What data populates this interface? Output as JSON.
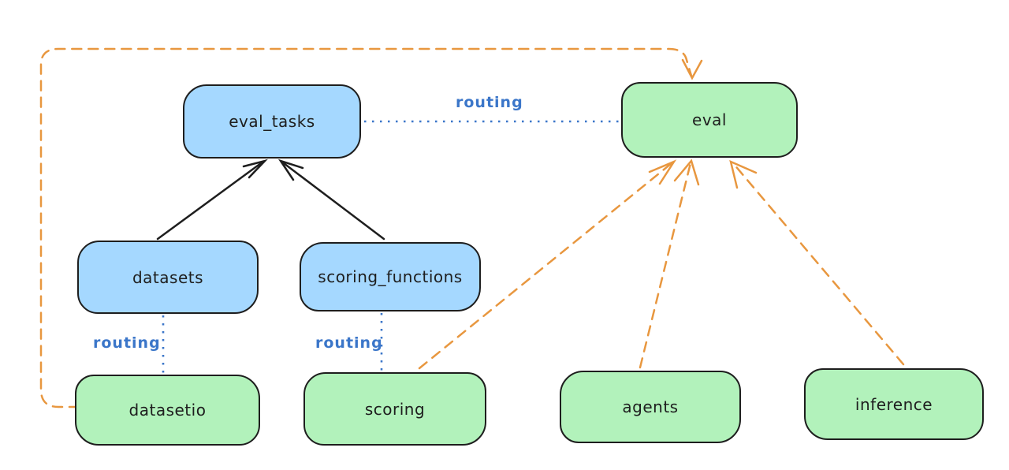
{
  "diagram": {
    "type": "component-routing-diagram",
    "colors": {
      "background": "#ffffff",
      "stroke": "#1e1e1e",
      "blue_fill": "#a5d8ff",
      "green_fill": "#b2f2bb",
      "routing_blue": "#3b76c9",
      "orange": "#e8973f"
    },
    "nodes": {
      "eval_tasks": {
        "label": "eval_tasks",
        "color": "blue"
      },
      "eval": {
        "label": "eval",
        "color": "green"
      },
      "datasets": {
        "label": "datasets",
        "color": "blue"
      },
      "scoring_functions": {
        "label": "scoring_functions",
        "color": "blue"
      },
      "datasetio": {
        "label": "datasetio",
        "color": "green"
      },
      "scoring": {
        "label": "scoring",
        "color": "green"
      },
      "agents": {
        "label": "agents",
        "color": "green"
      },
      "inference": {
        "label": "inference",
        "color": "green"
      }
    },
    "edge_labels": {
      "routing_top": "routing",
      "routing_datasets": "routing",
      "routing_scoring": "routing"
    },
    "edges": [
      {
        "from": "datasets",
        "to": "eval_tasks",
        "style": "solid-black-arrow"
      },
      {
        "from": "scoring_functions",
        "to": "eval_tasks",
        "style": "solid-black-arrow"
      },
      {
        "from": "eval_tasks",
        "to": "eval",
        "style": "blue-dotted",
        "label": "routing"
      },
      {
        "from": "datasets",
        "to": "datasetio",
        "style": "blue-dotted",
        "label": "routing"
      },
      {
        "from": "scoring_functions",
        "to": "scoring",
        "style": "blue-dotted",
        "label": "routing"
      },
      {
        "from": "datasetio",
        "to": "eval",
        "style": "orange-dashed-arrow",
        "route": "around-left-and-top"
      },
      {
        "from": "scoring",
        "to": "eval",
        "style": "orange-dashed-arrow"
      },
      {
        "from": "agents",
        "to": "eval",
        "style": "orange-dashed-arrow"
      },
      {
        "from": "inference",
        "to": "eval",
        "style": "orange-dashed-arrow"
      }
    ]
  }
}
